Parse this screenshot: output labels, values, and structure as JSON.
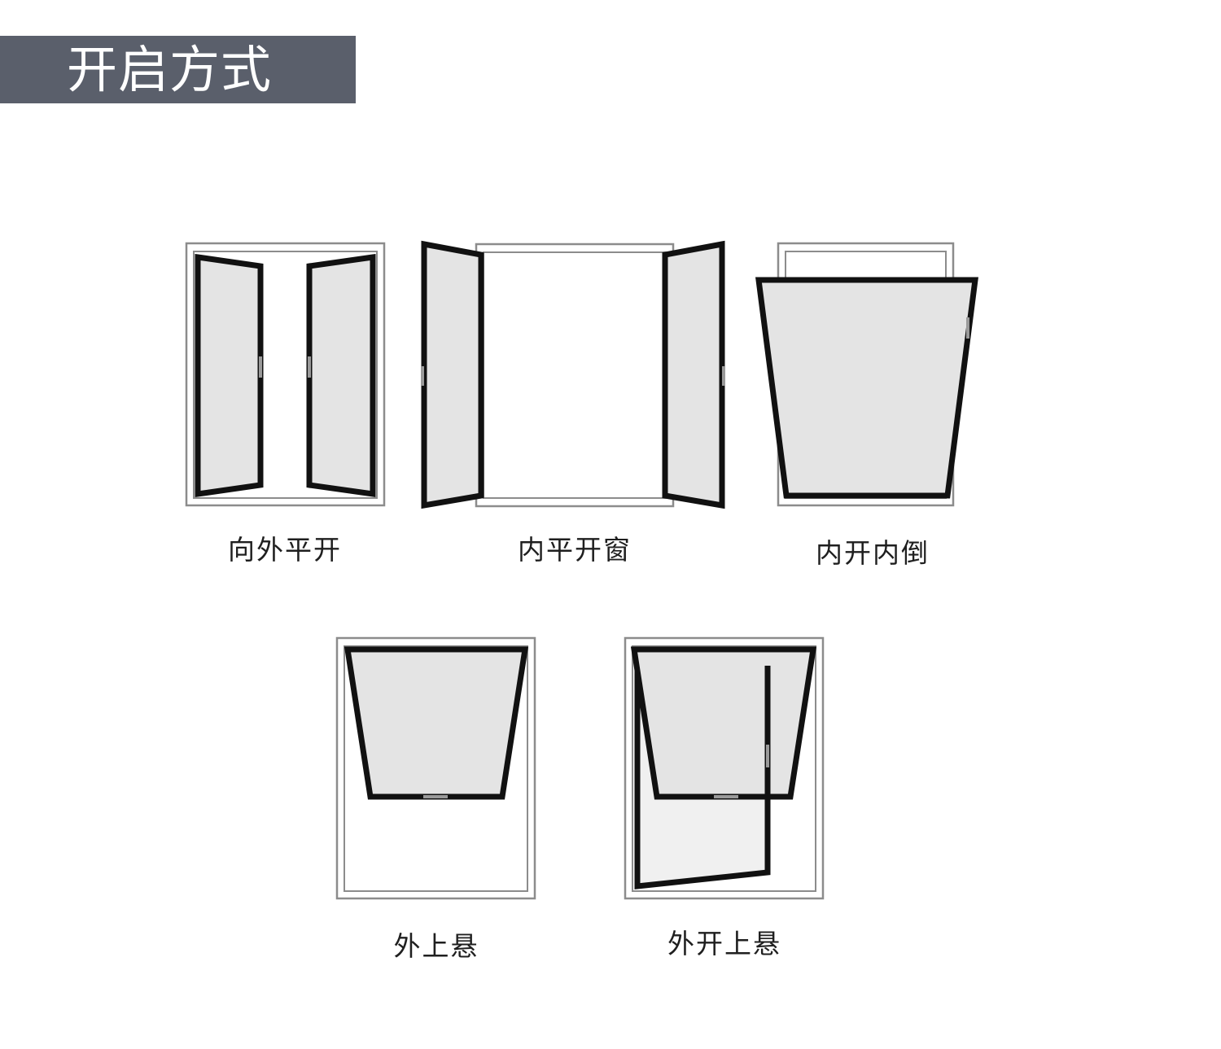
{
  "header": {
    "title": "开启方式"
  },
  "colors": {
    "banner": "#5a5f6b",
    "outer_frame": "#8c8c8c",
    "sash_stroke": "#111111",
    "glass": "#e4e4e4",
    "glass_light": "#f0f0f0",
    "handle": "#9a9a9a"
  },
  "windows": [
    {
      "id": "outward-casement",
      "label": "向外平开"
    },
    {
      "id": "inward-casement",
      "label": "内平开窗"
    },
    {
      "id": "tilt-and-turn",
      "label": "内开内倒"
    },
    {
      "id": "top-hung-outward",
      "label": "外上悬"
    },
    {
      "id": "outward-open-top-hung",
      "label": "外开上悬"
    }
  ]
}
